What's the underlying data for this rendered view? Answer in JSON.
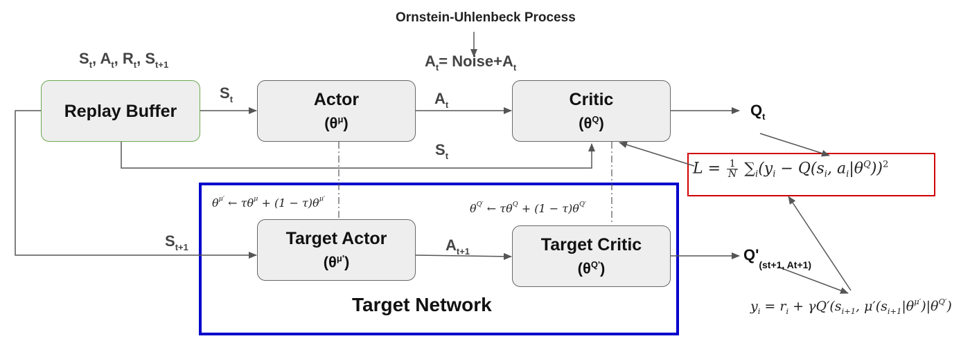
{
  "nodes": {
    "replay_buffer": {
      "title": "Replay Buffer"
    },
    "actor": {
      "title": "Actor",
      "param": "(θ",
      "param_sup": "μ",
      "param_end": ")"
    },
    "critic": {
      "title": "Critic",
      "param": "(θ",
      "param_sup": "Q",
      "param_end": ")"
    },
    "target_actor": {
      "title": "Target Actor",
      "param": "(θ",
      "param_sup": "μ'",
      "param_end": ")"
    },
    "target_critic": {
      "title": "Target Critic",
      "param": "(θ",
      "param_sup": "Q'",
      "param_end": ")"
    }
  },
  "labels": {
    "noise_process": "Ornstein-Uhlenbeck Process",
    "noise_a": "A",
    "noise_a_sub": "t",
    "noise_eq": "= Noise+A",
    "noise_eq_sub": "t",
    "transition_s": "S",
    "transition_s_sub": "t",
    "transition_a": ", A",
    "transition_a_sub": "t",
    "transition_r": ", R",
    "transition_r_sub": "t",
    "transition_s2": ", S",
    "transition_s2_sub": "t+1",
    "st_top": "S",
    "st_top_sub": "t",
    "at": "A",
    "at_sub": "t",
    "st_mid": "S",
    "st_mid_sub": "t",
    "st1": "S",
    "st1_sub": "t+1",
    "at1": "A",
    "at1_sub": "t+1",
    "qt": "Q",
    "qt_sub": "t",
    "qprime": "Q'",
    "qprime_sub": "(st+1, At+1)",
    "target_network": "Target Network"
  },
  "equations": {
    "actor_update": "θμ′ ← τθμ + (1 − τ)θμ′",
    "critic_update": "θQ′ ← τθQ + (1 − τ)θQ′",
    "loss": "L = 1/N Σi (yi − Q(si, ai|θQ))²",
    "target_y": "yi = ri + γQ′(si+1, μ′(si+1|θμ′)|θQ′)"
  },
  "colors": {
    "replay_border": "#6aa84f",
    "target_network_border": "#0000cc",
    "loss_border": "#d00000",
    "box_fill": "#eeeeee",
    "arrow": "#555555"
  }
}
